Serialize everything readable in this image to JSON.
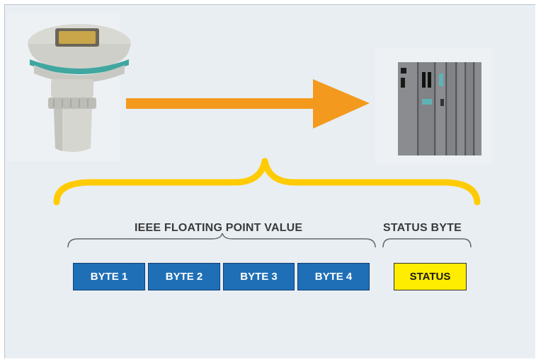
{
  "diagram": {
    "float_group_label": "IEEE FLOATING POINT VALUE",
    "status_group_label": "STATUS BYTE",
    "bytes": [
      "BYTE 1",
      "BYTE 2",
      "BYTE 3",
      "BYTE 4"
    ],
    "status_label": "STATUS",
    "device_icon": "ultrasonic-level-transmitter",
    "controller_icon": "plc-rack",
    "colors": {
      "arrow": "#f39a1e",
      "brace": "#ffcb05",
      "byte_fill": "#1f6fb7",
      "status_fill": "#ffed00",
      "panel": "#e9eef3"
    }
  }
}
